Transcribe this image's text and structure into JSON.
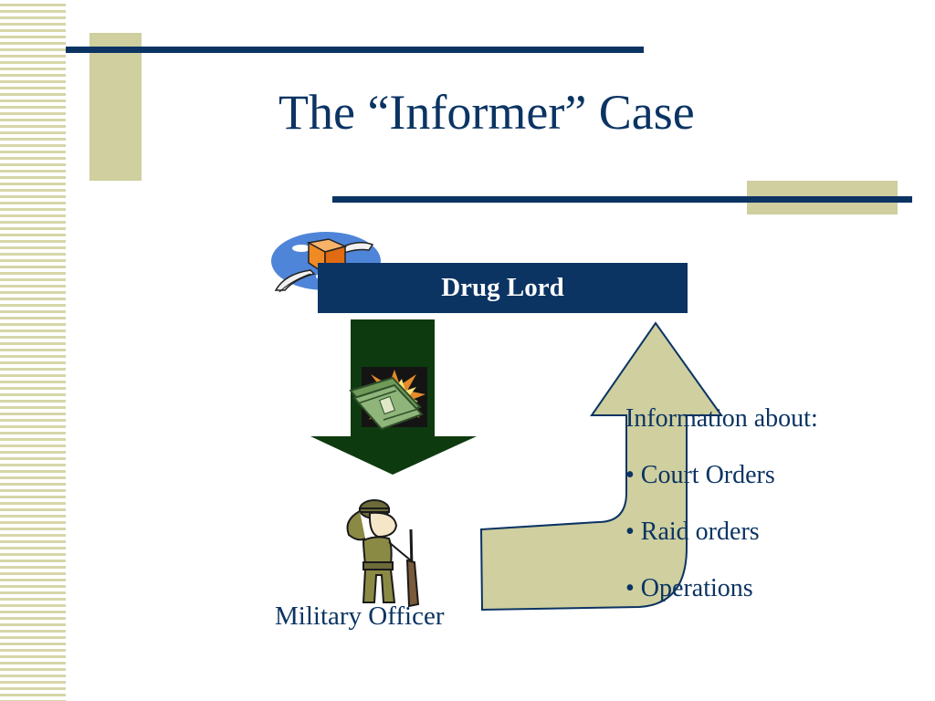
{
  "slide": {
    "title": "The “Informer” Case",
    "drug_lord_label": "Drug Lord",
    "officer_label": "Military Officer",
    "info": {
      "heading": "Information about:",
      "items": [
        "• Court Orders",
        "• Raid orders",
        "• Operations"
      ]
    }
  },
  "colors": {
    "navy": "#0b3463",
    "khaki": "#cfcf9f",
    "arrow_green": "#0e3a10",
    "curved_arrow_fill": "#cfcf9f",
    "curved_arrow_stroke": "#0b3463"
  },
  "icons": {
    "flying_box": "flying-box-icon",
    "money": "money-stack-icon",
    "soldier": "saluting-soldier-icon"
  }
}
